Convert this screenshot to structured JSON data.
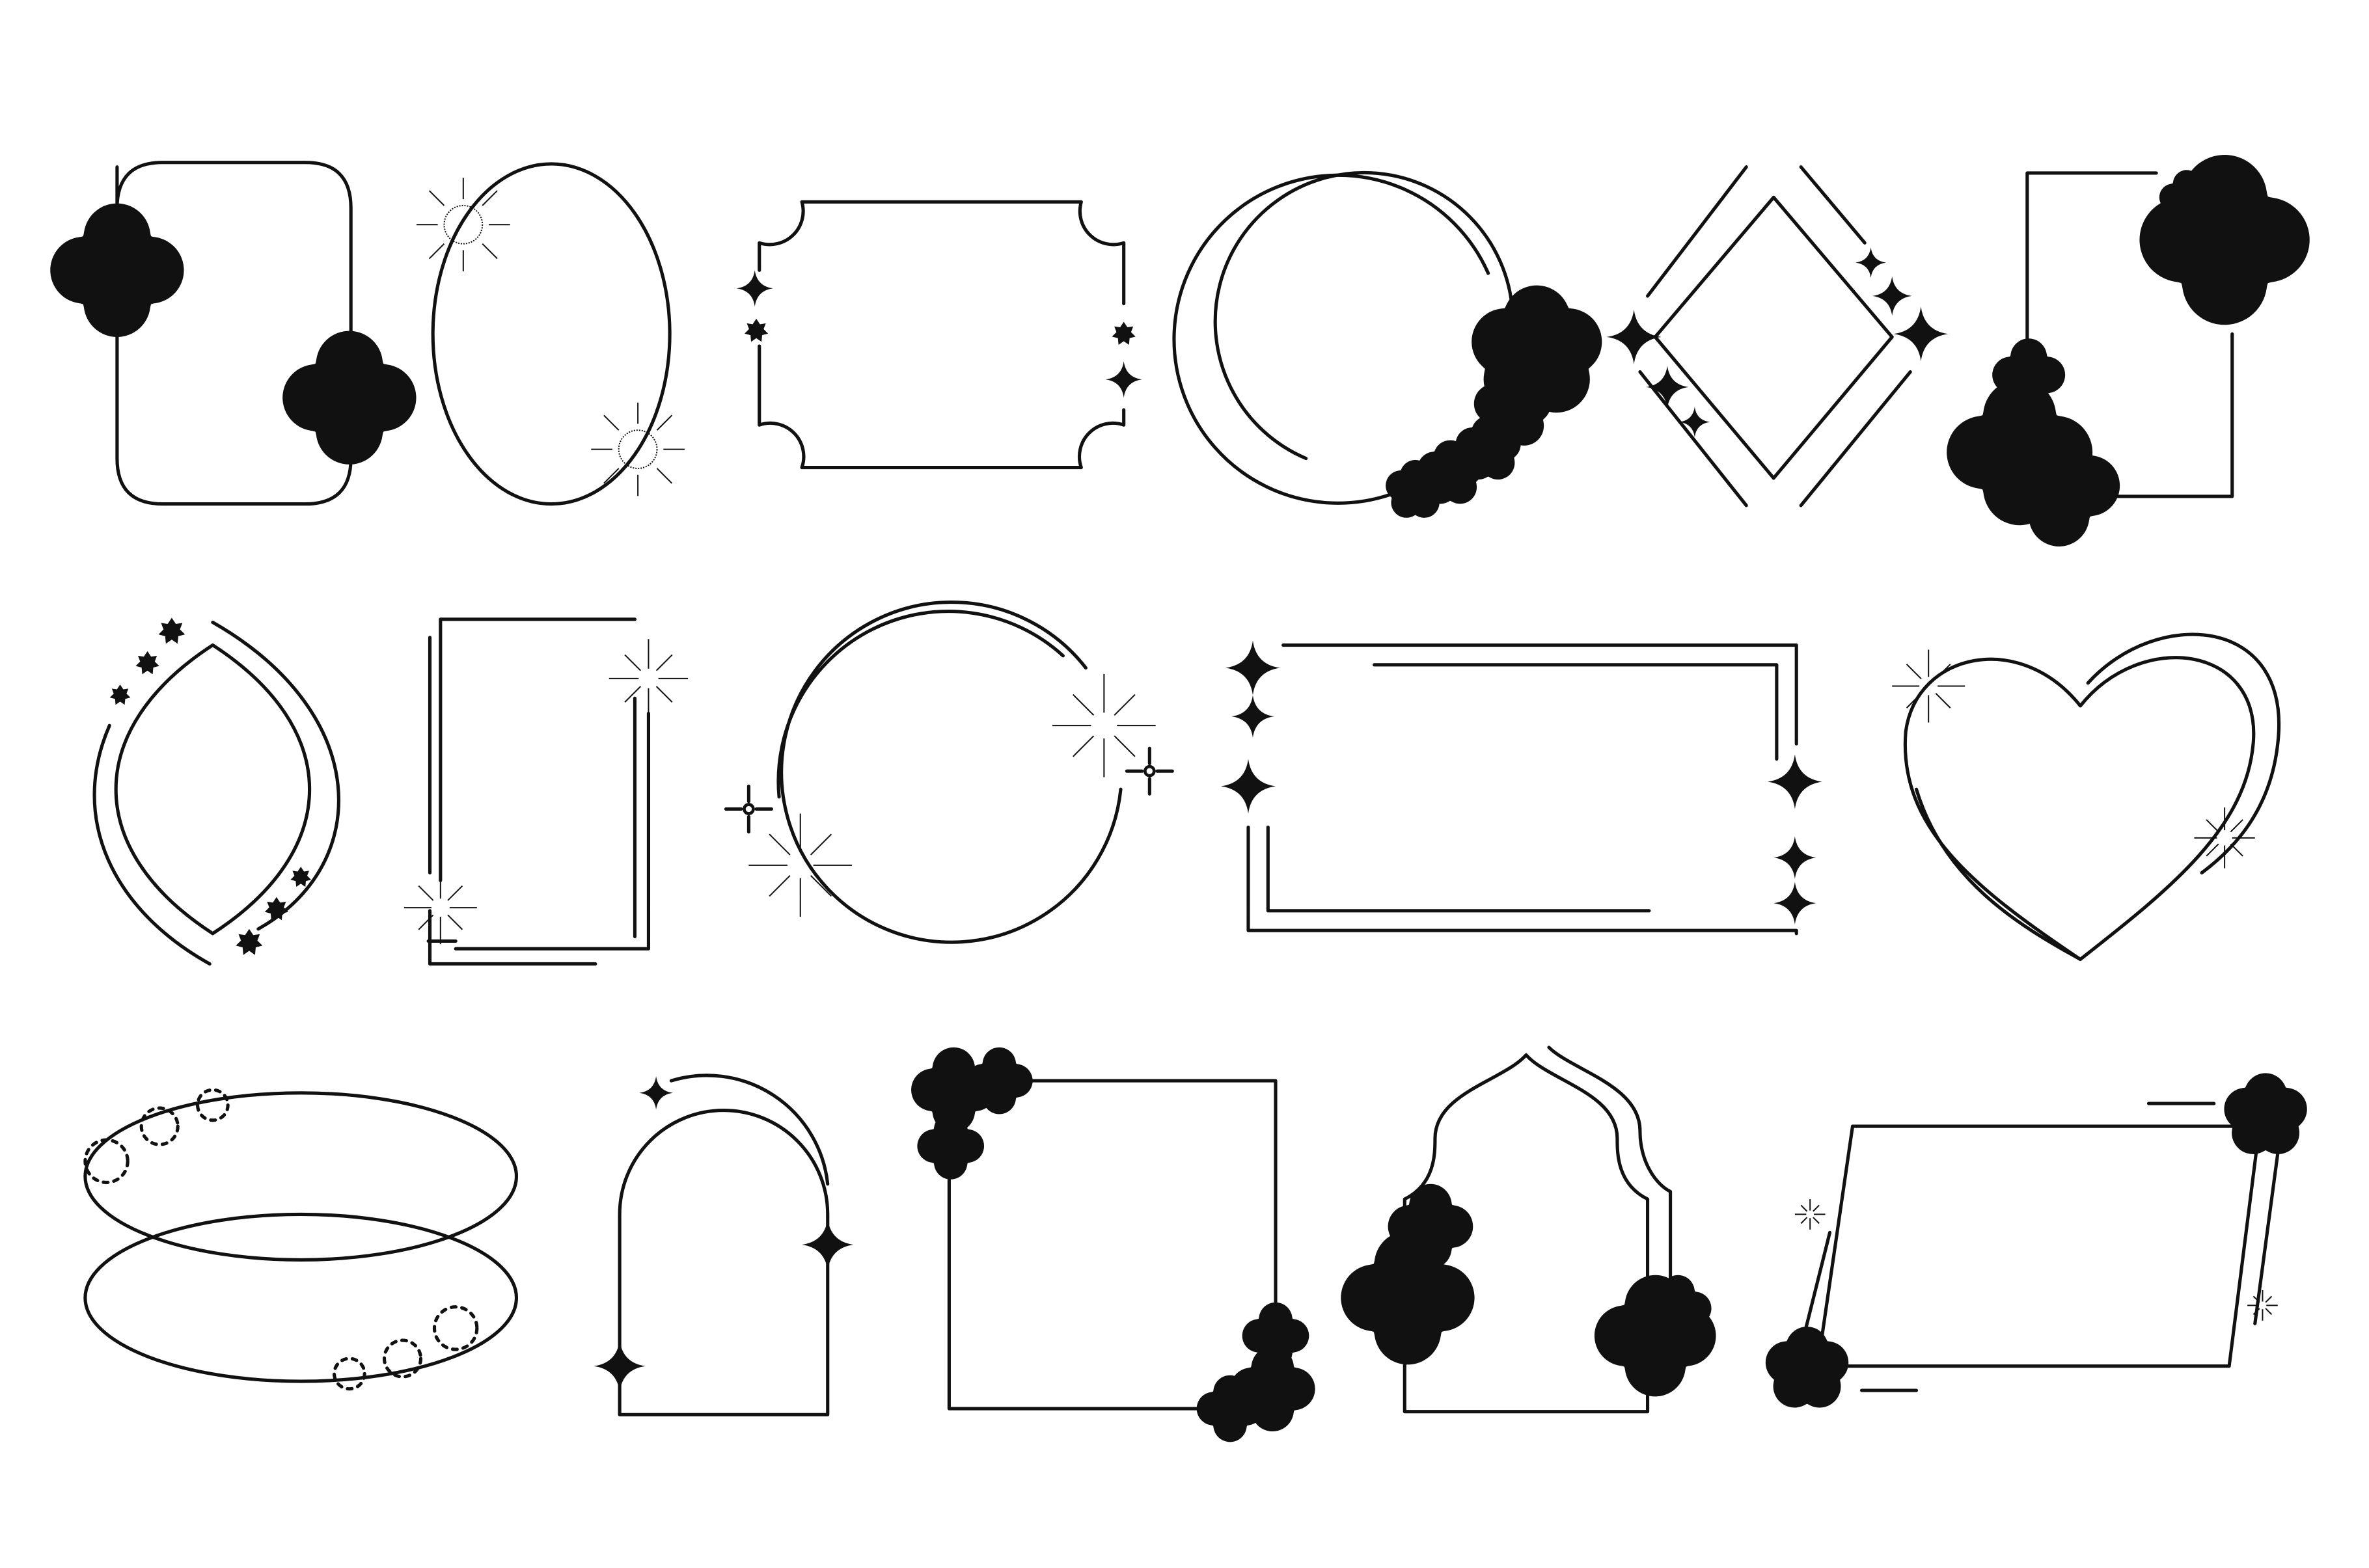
{
  "colors": {
    "background": "#ffffff",
    "line": "#111111"
  },
  "frames": [
    {
      "name": "rounded-rectangle-frame",
      "ornament": "sparkle-dots-icon"
    },
    {
      "name": "oval-frame",
      "ornament": "starburst-icon"
    },
    {
      "name": "scalloped-corner-frame",
      "ornament": "diamond-icon"
    },
    {
      "name": "double-circle-frame",
      "ornament": "star-icon"
    },
    {
      "name": "rhombus-frame",
      "ornament": "four-point-sparkle-icon"
    },
    {
      "name": "open-rectangle-frame",
      "ornament": "outlined-sparkle-icon"
    },
    {
      "name": "leaf-frame",
      "ornament": "small-star-icon"
    },
    {
      "name": "double-rectangle-frame",
      "ornament": "starburst-icon"
    },
    {
      "name": "circle-frame",
      "ornament": "sparkle-ray-icon"
    },
    {
      "name": "wide-double-rectangle-frame",
      "ornament": "diamond-sparkle-icon"
    },
    {
      "name": "heart-frame",
      "ornament": "starburst-icon"
    },
    {
      "name": "double-ellipse-frame",
      "ornament": "dotted-burst-icon"
    },
    {
      "name": "arch-frame",
      "ornament": "four-point-sparkle-icon"
    },
    {
      "name": "square-frame",
      "ornament": "outlined-sparkle-icon"
    },
    {
      "name": "onion-dome-frame",
      "ornament": "outlined-sparkle-icon"
    },
    {
      "name": "parallelogram-frame",
      "ornament": "star-burst-icon"
    }
  ]
}
